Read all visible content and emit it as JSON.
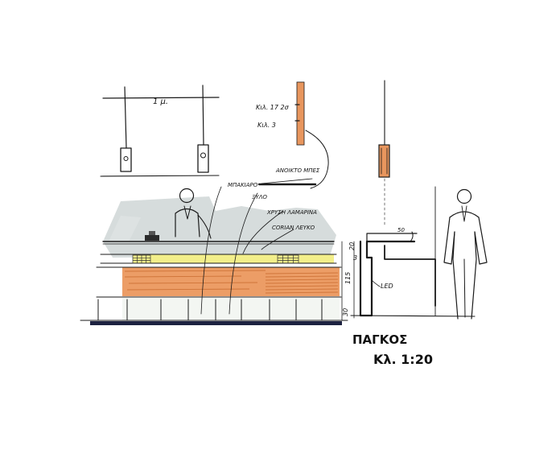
{
  "sheet": {
    "title": "ΠΑΓΚΟΣ",
    "scale": "Κλ. 1:20"
  },
  "top_sketch": {
    "spacing_label": "1 μ."
  },
  "detail": {
    "label_top": "Κιλ. 17 2σ",
    "label_bottom": "Κιλ. 3"
  },
  "annotations": {
    "open_glass": "ΑΝΟΙΚΤΟ ΜΠΕΣ",
    "metal": "ΜΠΑΚΙΑΡΟ",
    "wood": "ΞΥΛΟ",
    "gold_sheet": "ΧΡΥΣΗ ΛΑΜΑΡΙΝΑ",
    "corian": "CORIAN ΛΕΥΚΟ"
  },
  "dimensions": {
    "top": "20",
    "step": "3",
    "height": "115",
    "base": "30",
    "overhang": "50",
    "led": "LED"
  },
  "colors": {
    "wood": "#e8965e",
    "wood_light": "#f0b485",
    "gold": "#f3ef8a",
    "shadow": "#cfd6d6",
    "plinth": "#1d2240"
  }
}
